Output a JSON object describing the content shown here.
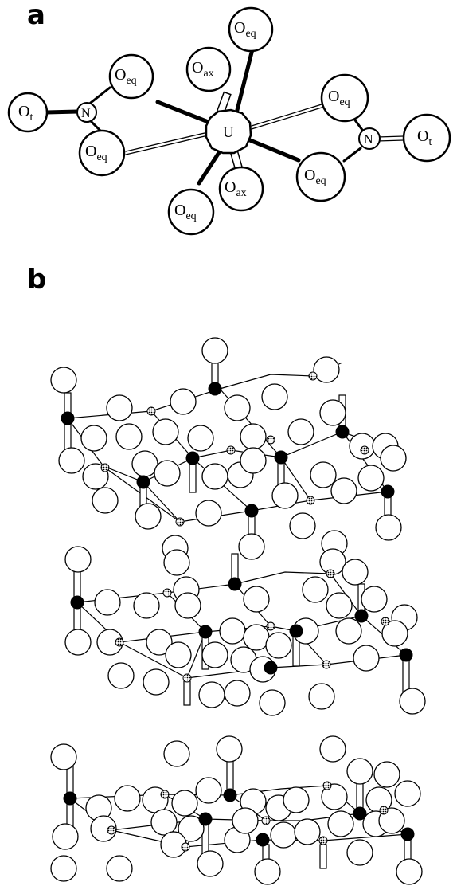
{
  "figure": {
    "panel_a_label": "a",
    "panel_b_label": "b",
    "panel_a_atoms": {
      "uranium": "U",
      "nitrogen": "N",
      "oxygen": "O",
      "terminal_sub": "t",
      "equatorial_sub": "eq",
      "axial_sub": "ax"
    }
  }
}
